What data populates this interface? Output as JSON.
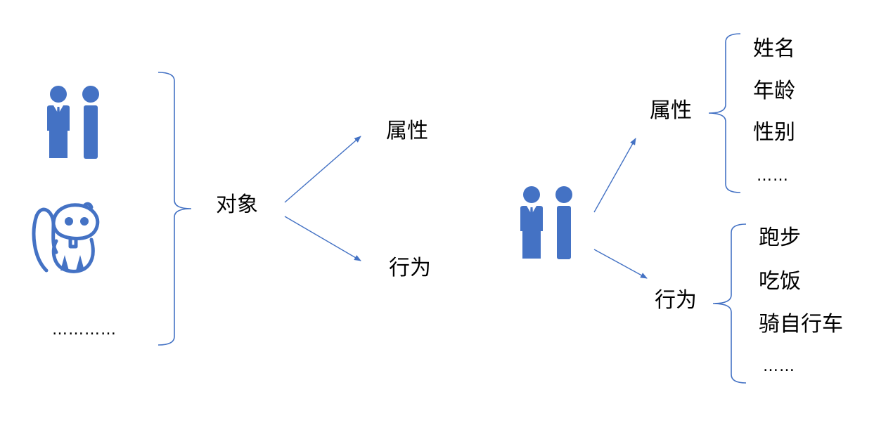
{
  "colors": {
    "accent": "#4472C4",
    "icon": "#4472C4",
    "text": "#000000"
  },
  "left": {
    "icons": [
      "people-icon",
      "squirrel-icon"
    ],
    "ellipsis": "…………",
    "center": "对象",
    "branches": {
      "attribute": "属性",
      "behavior": "行为"
    }
  },
  "right": {
    "icon": "people-icon",
    "attribute": {
      "label": "属性",
      "items": [
        "姓名",
        "年龄",
        "性别",
        "……"
      ]
    },
    "behavior": {
      "label": "行为",
      "items": [
        "跑步",
        "吃饭",
        "骑自行车",
        "……"
      ]
    }
  }
}
